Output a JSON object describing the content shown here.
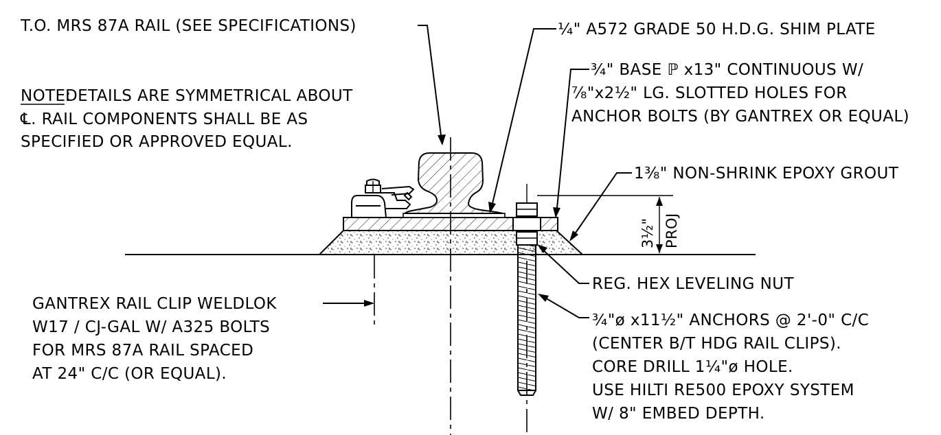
{
  "labels": {
    "top_of_rail": "T.O. MRS 87A RAIL (SEE SPECIFICATIONS)",
    "note_prefix": "NOTE:",
    "note_line1_rest": " DETAILS ARE SYMMETRICAL ABOUT",
    "note_line2": "℄. RAIL COMPONENTS SHALL BE AS",
    "note_line3": "SPECIFIED OR APPROVED EQUAL.",
    "shim_plate": "¼\" A572 GRADE 50 H.D.G. SHIM PLATE",
    "base_plate_line1": "¾\" BASE ℙ x13\" CONTINUOUS W/",
    "base_plate_line2": "⅞\"x2½\" LG. SLOTTED HOLES FOR",
    "base_plate_line3": "ANCHOR BOLTS (BY GANTREX OR EQUAL)",
    "grout": "1⅜\" NON-SHRINK EPOXY GROUT",
    "projection_value": "3½\"",
    "projection_label": "PROJ",
    "leveling_nut": "REG. HEX LEVELING NUT",
    "clip_line1": "GANTREX RAIL CLIP WELDLOK",
    "clip_line2": "W17 / CJ-GAL W/ A325 BOLTS",
    "clip_line3": "FOR MRS 87A RAIL SPACED",
    "clip_line4": "AT 24\" C/C (OR EQUAL).",
    "anchor_line1": "¾\"ø x11½\" ANCHORS @ 2'-0\" C/C",
    "anchor_line2": "(CENTER B/T HDG RAIL CLIPS).",
    "anchor_line3": "CORE DRILL 1¼\"ø HOLE.",
    "anchor_line4": "USE HILTI RE500 EPOXY SYSTEM",
    "anchor_line5": "W/ 8\" EMBED DEPTH."
  }
}
